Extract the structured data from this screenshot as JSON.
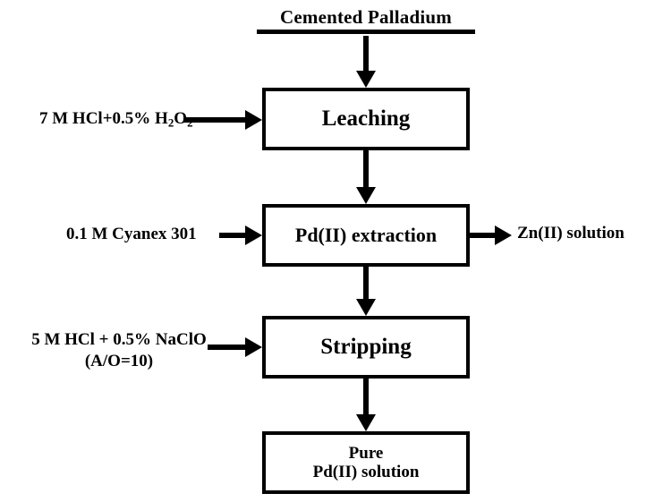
{
  "diagram": {
    "title": "Cemented Palladium",
    "boxes": [
      {
        "id": "leaching",
        "label": "Leaching"
      },
      {
        "id": "extraction",
        "label": "Pd(II) extraction"
      },
      {
        "id": "stripping",
        "label": "Stripping"
      },
      {
        "id": "product",
        "line1": "Pure",
        "line2": "Pd(II) solution"
      }
    ],
    "inputs": {
      "leaching": {
        "prefix": "7 M HCl+0.5% H",
        "sub1": "2",
        "mid": "O",
        "sub2": "2"
      },
      "extraction": {
        "label": "0.1 M Cyanex 301"
      },
      "stripping": {
        "line1": "5 M HCl + 0.5% NaClO",
        "line2": "(A/O=10)"
      }
    },
    "outputs": {
      "extraction": {
        "label": "Zn(II) solution"
      }
    },
    "colors": {
      "stroke": "#000000",
      "fill": "#ffffff",
      "text": "#000000"
    }
  }
}
